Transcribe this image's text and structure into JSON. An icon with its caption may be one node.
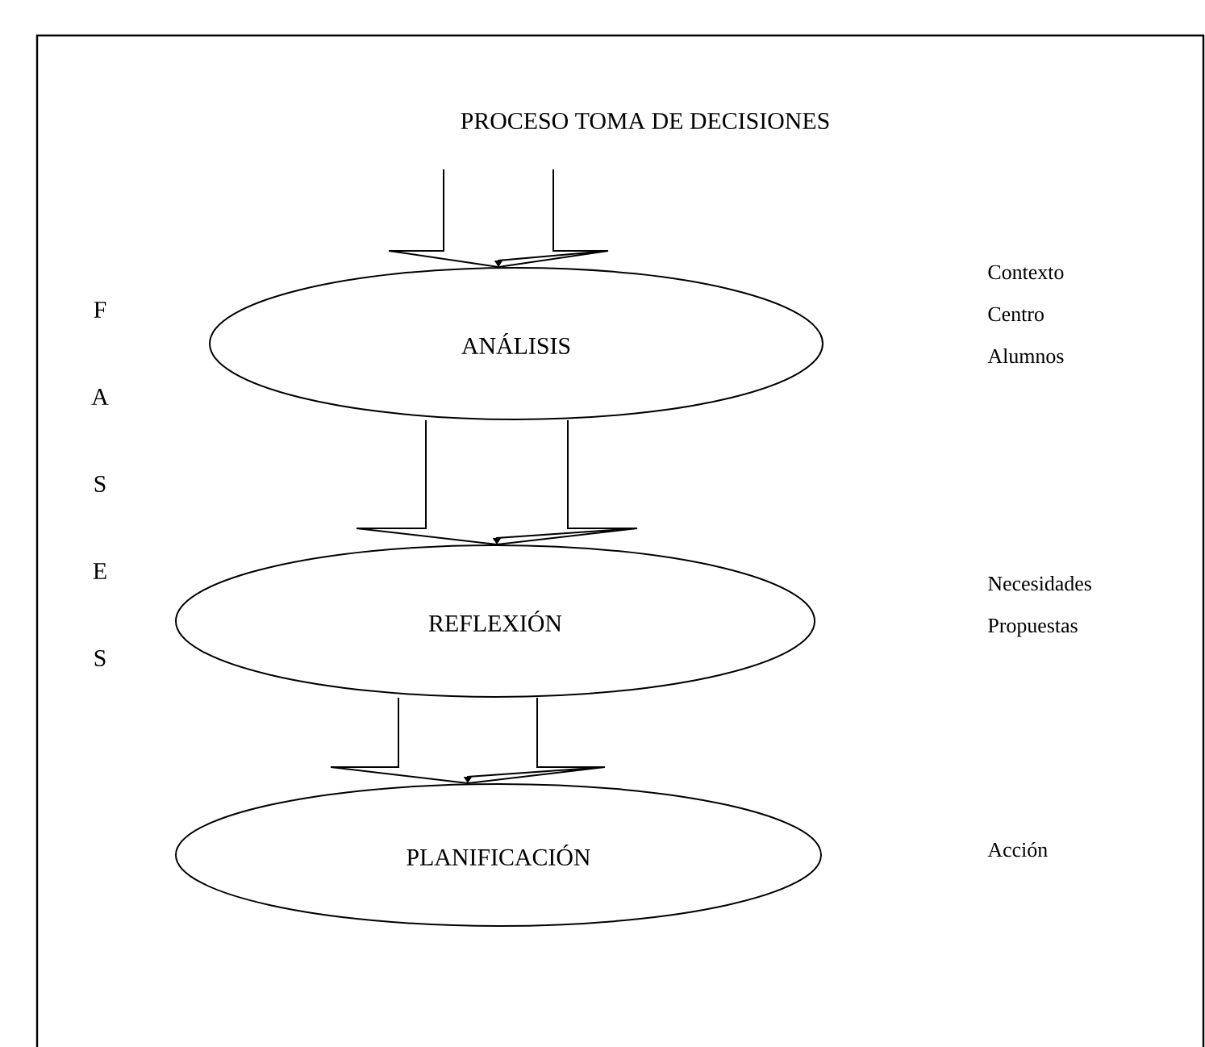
{
  "diagram": {
    "title": "PROCESO TOMA DE DECISIONES",
    "nodes": [
      {
        "text": [
          "ANÁLISIS"
        ],
        "beside": [
          "Contexto",
          "Centro",
          "Alumnos"
        ]
      },
      {
        "text": [
          "REFLEXIÓN"
        ],
        "beside": [
          "Necesidades",
          "Propuestas"
        ]
      },
      {
        "text": [
          "PLANIFICACIÓN"
        ]
      }
    ],
    "edges": [
      {
        "from": null,
        "to": 0,
        "arrow": "to"
      },
      {
        "from": 0,
        "to": 1,
        "arrow": "to"
      },
      {
        "from": 1,
        "to": 2,
        "arrow": "to"
      }
    ],
    "labels": [
      "F",
      "A",
      "S",
      "E",
      "S",
      "Acción"
    ]
  }
}
